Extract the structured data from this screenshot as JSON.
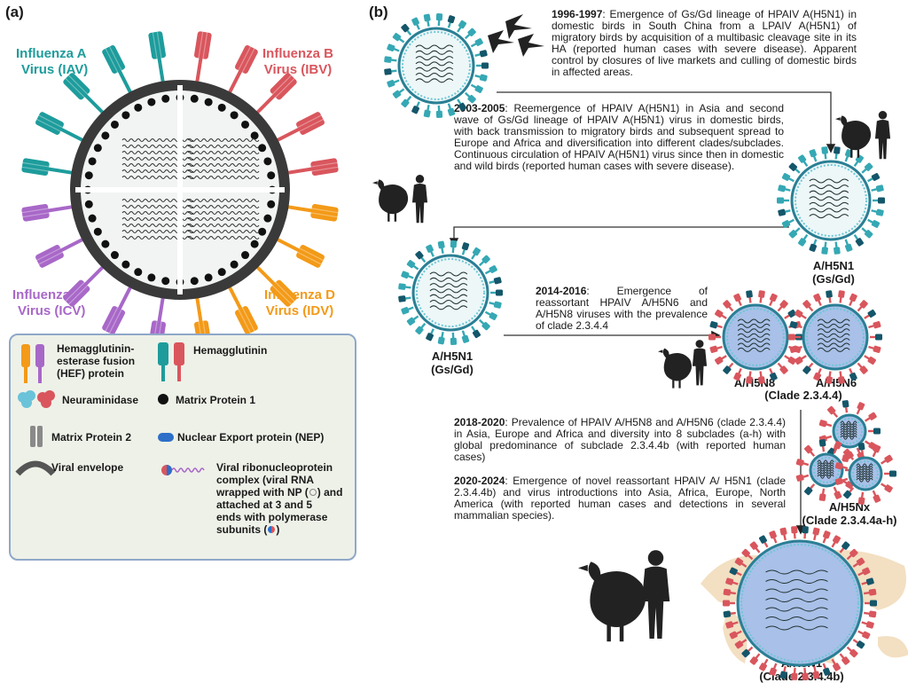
{
  "panel_a": {
    "label": "(a)",
    "virus_a": {
      "line1": "Influenza A",
      "line2": "Virus (IAV)",
      "color": "#1e9c9c"
    },
    "virus_b": {
      "line1": "Influenza B",
      "line2": "Virus (IBV)",
      "color": "#d9565d"
    },
    "virus_c": {
      "line1": "Influenza C",
      "line2": "Virus (ICV)",
      "color": "#a868c8"
    },
    "virus_d": {
      "line1": "Influenza D",
      "line2": "Virus (IDV)",
      "color": "#f39a18"
    }
  },
  "legend": {
    "hef_l1": "Hemagglutinin-",
    "hef_l2": "esterase fusion",
    "hef_l3": "(HEF) protein",
    "ha": "Hemagglutinin",
    "na": "Neuraminidase",
    "m1": "Matrix Protein 1",
    "m2": "Matrix Protein 2",
    "nep": "Nuclear Export protein (NEP)",
    "env": "Viral envelope",
    "rnp_l1": "Viral ribonucleoprotein",
    "rnp_l2": "complex (viral RNA",
    "rnp_l3": "wrapped with NP (",
    "rnp_l3b": ") and",
    "rnp_l4": "attached at 3 and 5",
    "rnp_l5": "ends with polymerase",
    "rnp_l6": "subunits (",
    "rnp_l6b": ")"
  },
  "panel_b": {
    "label": "(b)",
    "e1_year": "1996-1997",
    "e1_text": ": Emergence of Gs/Gd lineage of HPAIV A(H5N1) in domestic birds in South China from a LPAIV A(H5N1) of migratory birds by acquisition of a multibasic cleavage site in its HA (reported human cases with severe disease). Apparent control by closures of live markets and culling of domestic birds in affected areas.",
    "e2_year": "2003-2005",
    "e2_text": ": Reemergence of HPAIV A(H5N1) in Asia and second wave of Gs/Gd lineage of HPAIV A(H5N1) virus in domestic birds, with back transmission to migratory birds and subsequent spread to Europe and Africa and diversification into different clades/subclades. Continuous circulation of HPAIV A(H5N1) virus since then in domestic and wild birds (reported human cases with severe disease).",
    "e3_year": "2014-2016",
    "e3_text": ": Emergence of reassortant HPAIV A/H5N6 and A/H5N8 viruses with the prevalence of clade 2.3.4.4",
    "e4_year": "2018-2020",
    "e4_text": ": Prevalence of HPAIV A/H5N8 and A/H5N6 (clade 2.3.4.4) in Asia, Europe and Africa and diversity into 8 subclades (a-h) with global predominance of subclade 2.3.4.4b (with reported human cases)",
    "e5_year": "2020-2024",
    "e5_text": ": Emergence of novel reassortant HPAIV A/ H5N1 (clade 2.3.4.4b) and virus introductions into Asia, Africa, Europe, North America (with reported human cases and detections in several mammalian species).",
    "cap1_l1": "A/H5N1",
    "cap1_l2": "(Gs/Gd)",
    "cap2_l1": "A/H5N1",
    "cap2_l2": "(Gs/Gd)",
    "cap_h5n8": "A/H5N8",
    "cap_h5n6": "A/H5N6",
    "cap_clade": "(Clade 2.3.4.4)",
    "cap_h5nx_l1": "A/H5Nx",
    "cap_h5nx_l2": "(Clade 2.3.4.4a-h)",
    "cap_final_l1": "A/H5N1",
    "cap_final_l2": "(Clade 2.3.4.4b)"
  }
}
